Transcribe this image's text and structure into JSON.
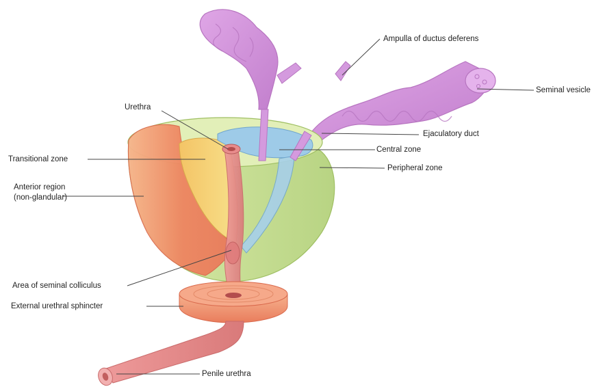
{
  "labels": {
    "ampulla": "Ampulla of ductus deferens",
    "seminal_vesicle": "Seminal vesicle",
    "urethra": "Urethra",
    "ejaculatory_duct": "Ejaculatory duct",
    "central_zone": "Central zone",
    "transitional_zone": "Transitional zone",
    "peripheral_zone": "Peripheral zone",
    "anterior_region_line1": "Anterior region",
    "anterior_region_line2": "(non-glandular)",
    "seminal_colliculus": "Area of seminal colliculus",
    "external_sphincter": "External urethral sphincter",
    "penile_urethra": "Penile urethra"
  },
  "colors": {
    "peripheral_zone": "#c9df9a",
    "central_zone": "#9ecbe8",
    "transitional_zone": "#f2d36a",
    "anterior_region": "#f09068",
    "urethra": "#e88c8c",
    "seminal_structures": "#cf8fd8",
    "sphincter": "#f0a07a",
    "leader_line": "#444444"
  }
}
